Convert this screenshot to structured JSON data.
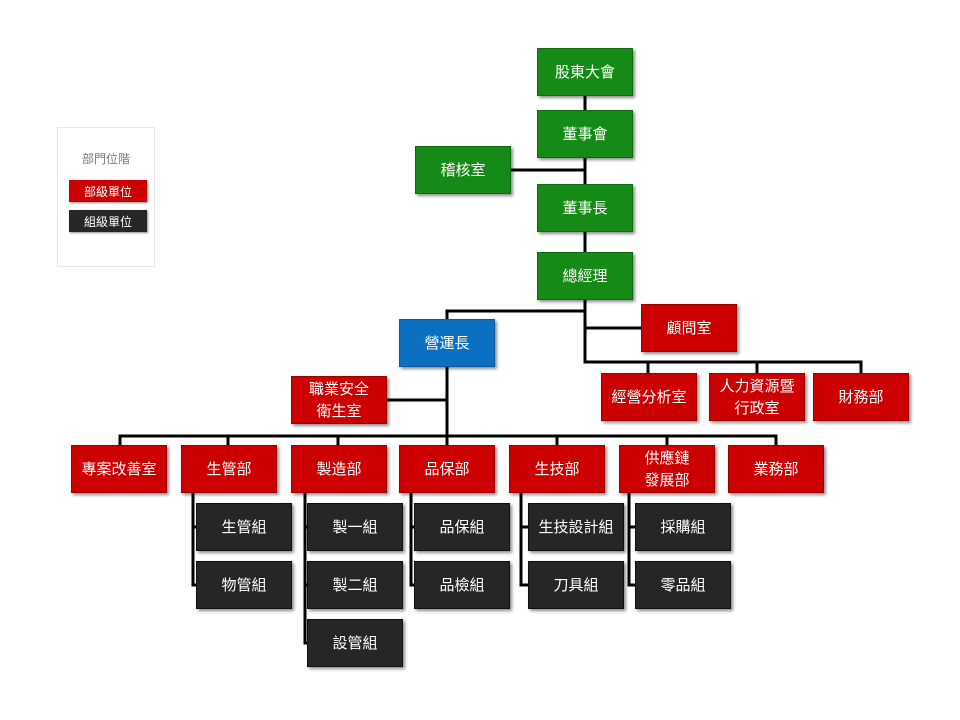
{
  "colors": {
    "board": "#168a16",
    "coo": "#0b6fc2",
    "department": "#cc0000",
    "group": "#262626",
    "connector": "#000000"
  },
  "legend": {
    "title": "部門位階",
    "department_label": "部級單位",
    "group_label": "組級單位"
  },
  "org": {
    "shareholders": "股東大會",
    "board": "董事會",
    "audit": "稽核室",
    "chairman": "董事長",
    "gm": "總經理",
    "advisor": "顧問室",
    "business_analysis": "經營分析室",
    "hr_admin": "人力資源暨\n行政室",
    "finance": "財務部",
    "coo": "營運長",
    "safety": "職業安全\n衛生室",
    "improvement": "專案改善室",
    "production_mgmt": {
      "name": "生管部",
      "groups": [
        "生管組",
        "物管組"
      ]
    },
    "manufacturing": {
      "name": "製造部",
      "groups": [
        "製一組",
        "製二組",
        "設管組"
      ]
    },
    "quality": {
      "name": "品保部",
      "groups": [
        "品保組",
        "品檢組"
      ]
    },
    "engineering": {
      "name": "生技部",
      "groups": [
        "生技設計組",
        "刀具組"
      ]
    },
    "supply_chain": {
      "name": "供應鏈\n發展部",
      "groups": [
        "採購組",
        "零品組"
      ]
    },
    "sales": "業務部"
  }
}
